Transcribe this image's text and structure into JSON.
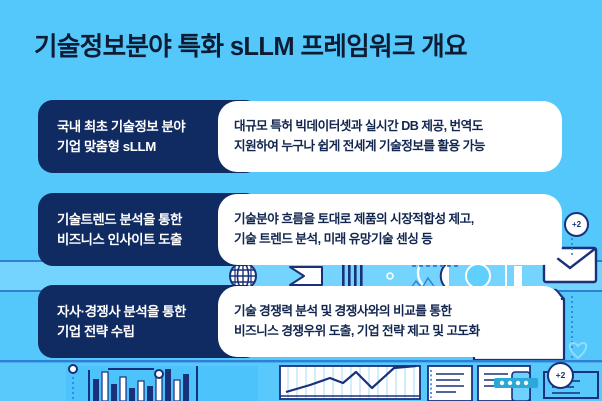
{
  "slide": {
    "title": "기술정보분야 특화 sLLM 프레임워크 개요",
    "background_color": "#55c8fb",
    "navy_color": "#102a62",
    "bubble_color": "#ffffff"
  },
  "rows": [
    {
      "label": "국내 최초 기술정보 분야\n기업 맞춤형 sLLM",
      "description": "대규모 특허 빅데이터셋과 실시간 DB 제공, 번역도\n지원하여 누구나 쉽게 전세계 기술정보를 활용 가능"
    },
    {
      "label": "기술트렌드 분석을 통한\n비즈니스 인사이트 도출",
      "description": "기술분야 흐름을 토대로 제품의 시장적합성 제고,\n기술 트렌드 분석, 미래 유망기술 센싱 등"
    },
    {
      "label": "자사·경쟁사 분석을 통한\n기업 전략 수립",
      "description": "기술 경쟁력 분석 및 경쟁사와의 비교를 통한\n비즈니스 경쟁우위 도출, 기업 전략 제고 및 고도화"
    }
  ],
  "decorations": {
    "badge_top_label": "+2",
    "badge_bottom_label": "+2",
    "icons": [
      "globe-icon",
      "envelope-icon",
      "rocket-icon",
      "heart-icon",
      "bar-chart-icon",
      "line-chart-icon",
      "document-icon"
    ]
  }
}
